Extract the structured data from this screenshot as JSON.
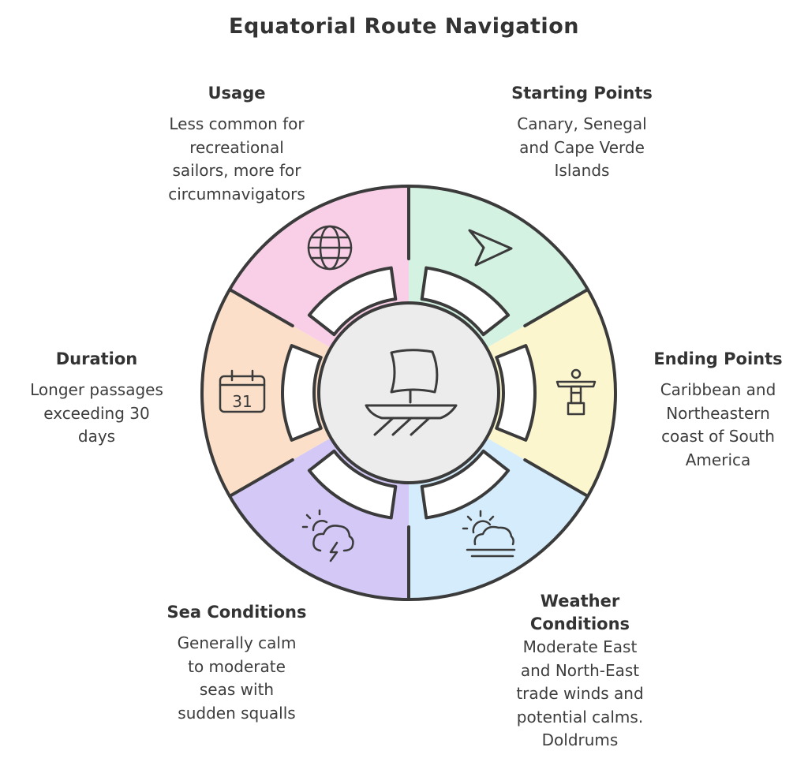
{
  "title": "Equatorial Route Navigation",
  "colors": {
    "usage": "#f9cfe7",
    "starting_points": "#d3f2e2",
    "ending_points": "#fcf6cf",
    "weather_conditions": "#d4ecfb",
    "sea_conditions": "#d4c9f6",
    "duration": "#fbdfc8",
    "hub": "#ececec",
    "stroke": "#3b3b3b"
  },
  "center": {
    "icon": "sailing-ship-icon"
  },
  "segments": {
    "usage": {
      "heading": "Usage",
      "lines": [
        "Less common for",
        "recreational",
        "sailors, more for",
        "circumnavigators"
      ],
      "icon": "globe-icon"
    },
    "starting_points": {
      "heading": "Starting Points",
      "lines": [
        "Canary, Senegal",
        "and Cape Verde",
        "Islands"
      ],
      "icon": "navigation-arrow-icon"
    },
    "ending_points": {
      "heading": "Ending Points",
      "lines": [
        "Caribbean and",
        "Northeastern",
        "coast of South",
        "America"
      ],
      "icon": "statue-landmark-icon"
    },
    "weather_conditions": {
      "heading_lines": [
        "Weather",
        "Conditions"
      ],
      "lines": [
        "Moderate East",
        "and North-East",
        "trade winds and",
        "potential calms.",
        "Doldrums"
      ],
      "icon": "sun-fog-icon"
    },
    "sea_conditions": {
      "heading": "Sea Conditions",
      "lines": [
        "Generally calm",
        "to moderate",
        "seas with",
        "sudden squalls"
      ],
      "icon": "storm-cloud-icon"
    },
    "duration": {
      "heading": "Duration",
      "lines": [
        "Longer passages",
        "exceeding 30",
        "days"
      ],
      "icon": "calendar-icon",
      "icon_text": "31"
    }
  }
}
